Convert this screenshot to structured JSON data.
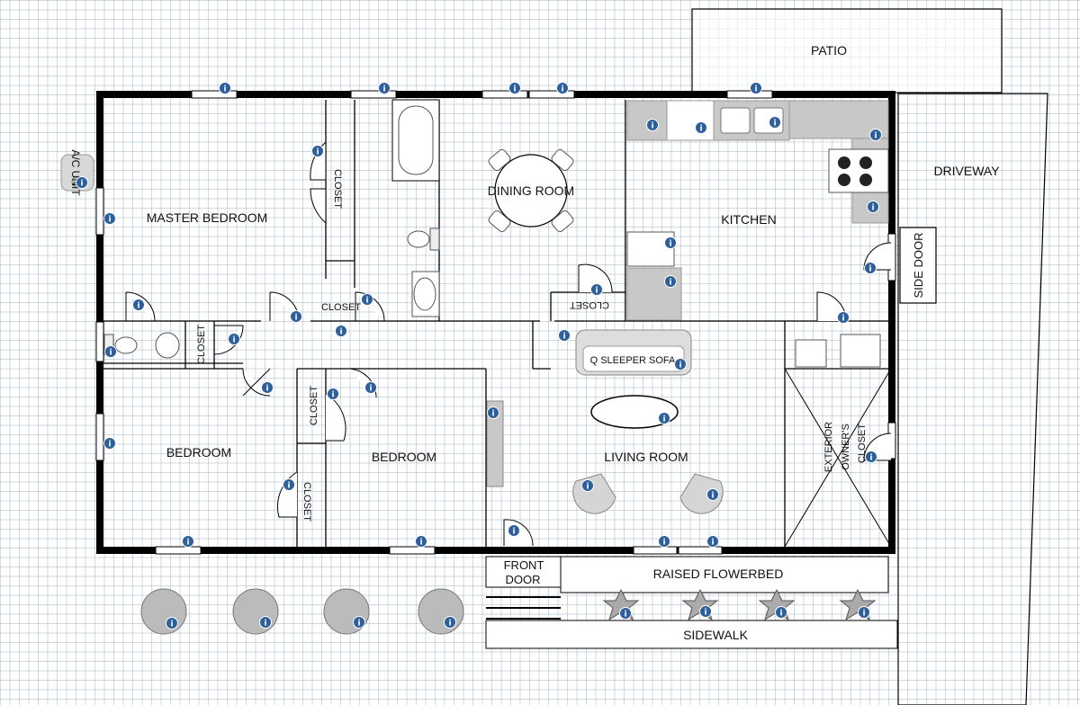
{
  "labels": {
    "patio": "PATIO",
    "driveway": "DRIVEWAY",
    "ac_unit": "A/C UNIT",
    "master_bedroom": "MASTER BEDROOM",
    "closet": "CLOSET",
    "dining_room": "DINING ROOM",
    "kitchen": "KITCHEN",
    "side_door": "SIDE DOOR",
    "q_sleeper_sofa": "Q SLEEPER SOFA",
    "bedroom": "BEDROOM",
    "living_room": "LIVING ROOM",
    "exterior": "EXTERIOR",
    "owners": "OWNER'S",
    "front": "FRONT",
    "door": "DOOR",
    "raised_flowerbed": "RAISED FLOWERBED",
    "sidewalk": "SIDEWALK"
  },
  "info_icon_glyph": "i",
  "colors": {
    "wall": "#000000",
    "info_badge": "#2d5f9a",
    "counter": "#c8c8c8",
    "grid": "#96aabe"
  }
}
